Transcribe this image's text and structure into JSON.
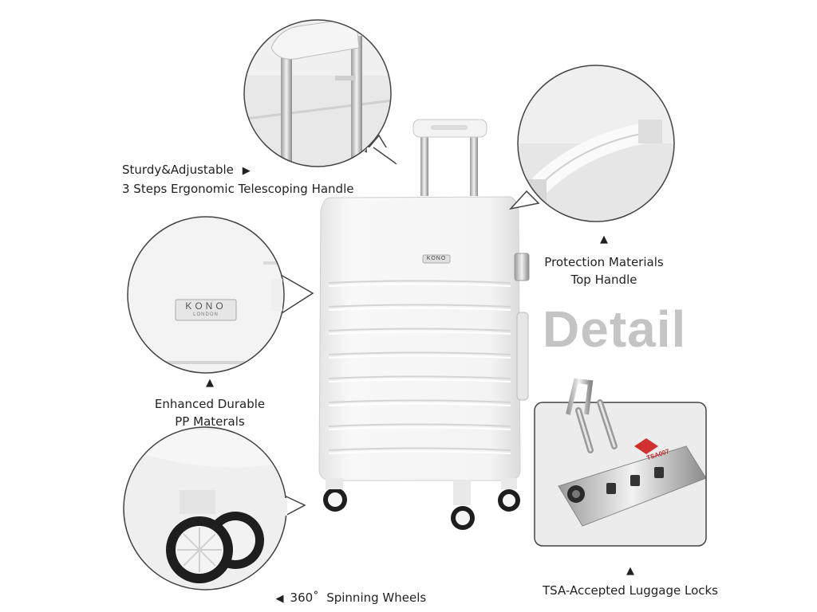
{
  "brand": "KONO",
  "brand_sub": "LONDON",
  "headline": "Detail",
  "tsa_badge": "TSA007",
  "callouts": {
    "handle": {
      "line1": "Sturdy&Adjustable",
      "line2": "3 Steps Ergonomic Telescoping Handle",
      "arrow": "▶"
    },
    "top_handle": {
      "line1": "Protection Materials",
      "line2": "Top Handle",
      "arrow": "▲"
    },
    "material": {
      "line1": "Enhanced Durable",
      "line2": "PP Materals",
      "arrow": "▲"
    },
    "wheels": {
      "text": "360˚  Spinning Wheels",
      "arrow": "◀"
    },
    "lock": {
      "text": "TSA-Accepted Luggage Locks",
      "arrow": "▲"
    }
  },
  "colors": {
    "shell": "#f2f2f2",
    "shadow": "#d6d6d6",
    "text": "#222222",
    "headline": "#c4c4c4",
    "wheel": "#1e1e1e",
    "lock_red": "#d0302f"
  }
}
